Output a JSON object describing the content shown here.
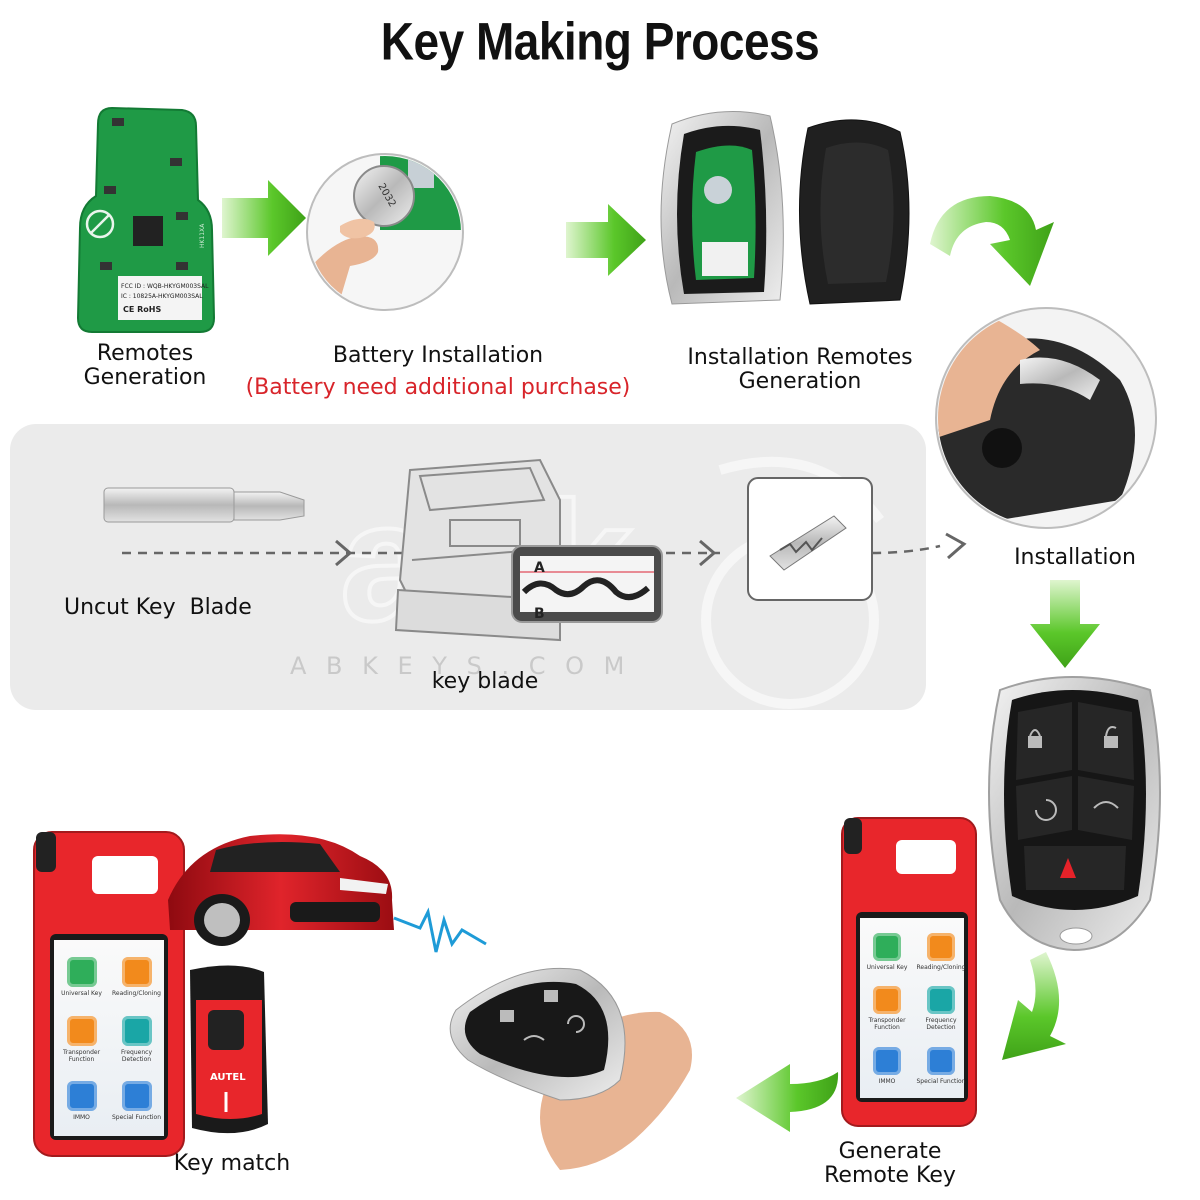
{
  "title": "Key Making Process",
  "steps": {
    "remotes_generation": "Remotes\nGeneration",
    "battery_installation": "Battery Installation",
    "battery_note": "(Battery need additional purchase)",
    "installation_remotes_generation": "Installation Remotes\nGeneration",
    "installation": "Installation",
    "uncut_key_blade": "Uncut Key  Blade",
    "key_blade": "key blade",
    "generate_remote_key": "Generate\nRemote Key",
    "key_match": "Key match"
  },
  "product_labels": {
    "pcb_fcc_id": "FCC ID : WQB-HKYGM003SAL",
    "pcb_ic": "IC : 10825A-HKYGM003SAL",
    "pcb_marks": "CE  RoHS",
    "pcb_part": "HK11XA",
    "battery_text": "2032",
    "adapter_brand": "AUTEL",
    "blade_mark_a": "A",
    "blade_mark_b": "B"
  },
  "tablet_apps": [
    {
      "label": "Universal Key",
      "icon": "key-icon",
      "color": "#2fae5a"
    },
    {
      "label": "Reading/Cloning",
      "icon": "clone-icon",
      "color": "#f28a1c"
    },
    {
      "label": "Transponder Function",
      "icon": "chip-icon",
      "color": "#f28a1c"
    },
    {
      "label": "Frequency Detection",
      "icon": "wave-icon",
      "color": "#1aa6a6"
    },
    {
      "label": "IMMO",
      "icon": "car-icon",
      "color": "#2d7fd6"
    },
    {
      "label": "Special Function",
      "icon": "info-icon",
      "color": "#2d7fd6"
    }
  ],
  "watermark": {
    "logo": "abk",
    "url": "A B K E Y S . C O M"
  },
  "colors": {
    "arrow_green": "#5bc72a",
    "note_red": "#d8242a",
    "tablet_red": "#e8262b",
    "pcb_green": "#1f9a46",
    "car_red": "#c8161d"
  }
}
